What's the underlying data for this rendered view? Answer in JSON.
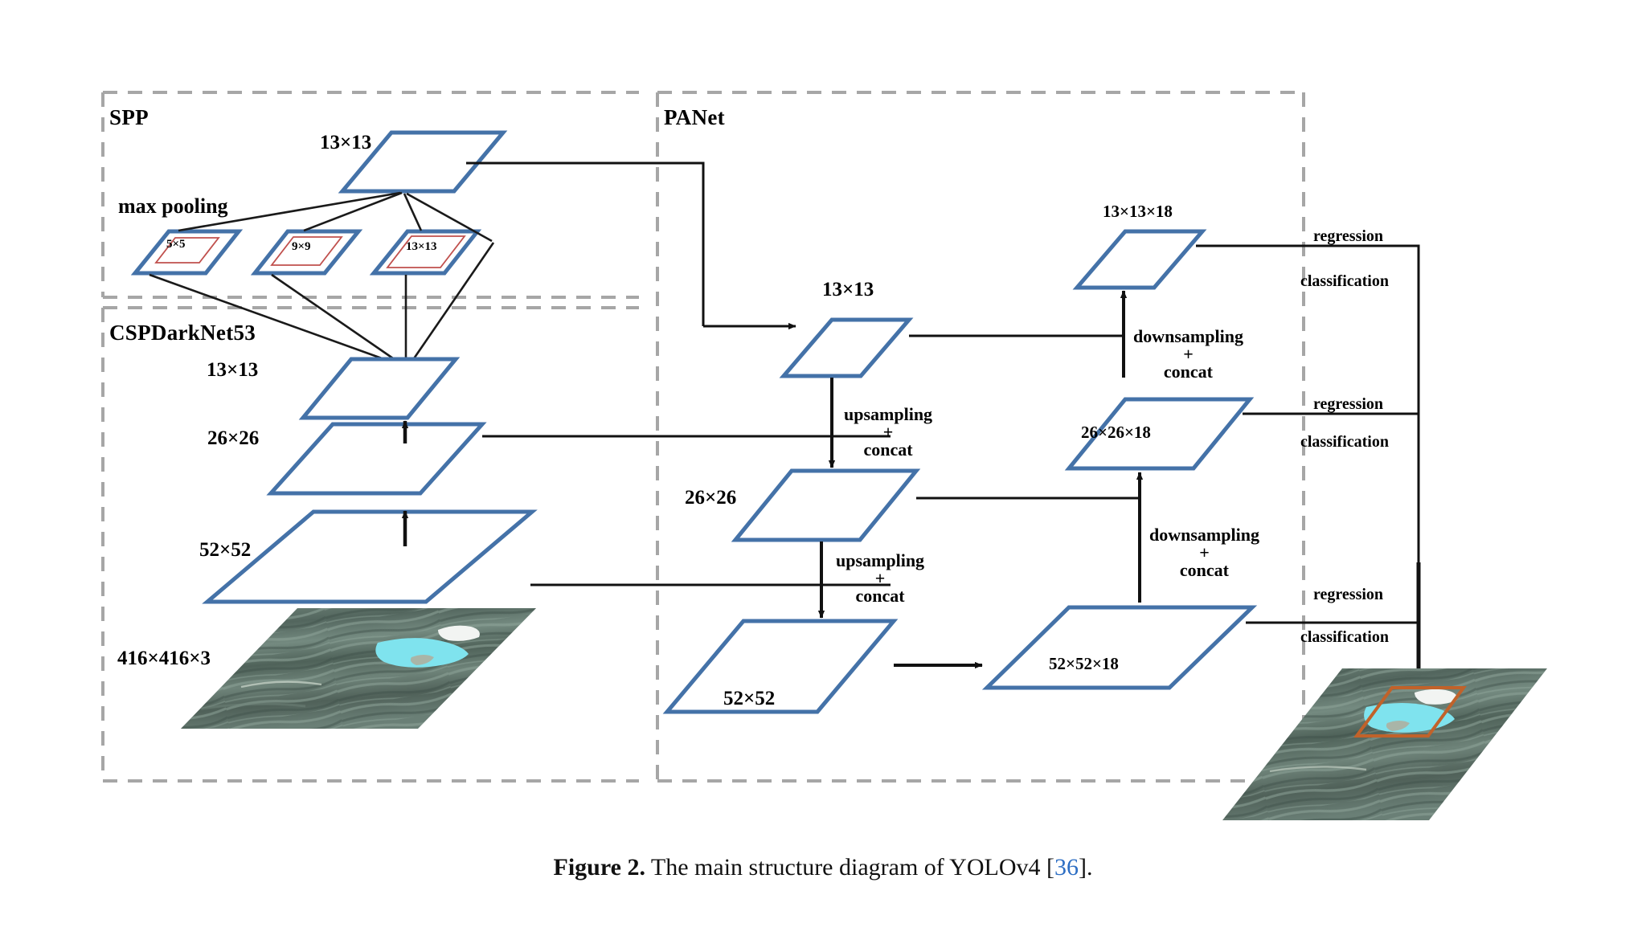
{
  "figure": {
    "caption_bold": "Figure 2.",
    "caption_text": " The main structure diagram of YOLOv4 [",
    "caption_ref": "36",
    "caption_tail": "]."
  },
  "colors": {
    "plane_blue": "#4472A8",
    "pool_red": "#C0504D",
    "dashed_gray": "#A6A6A6",
    "connector_black": "#1a1a1a",
    "bbox_orange": "#C1622A",
    "ref_link": "#2e6fc4"
  },
  "groups": {
    "spp": "SPP",
    "cspdarknet": "CSPDarkNet53",
    "panet": "PANet"
  },
  "spp": {
    "max_pooling_label": "max pooling",
    "input_label": "13×13",
    "pool_kernels": [
      "5×5",
      "9×9",
      "13×13"
    ]
  },
  "backbone": {
    "labels": [
      "13×13",
      "26×26",
      "52×52"
    ],
    "input_label": "416×416×3"
  },
  "panet": {
    "stage_labels": [
      "13×13",
      "26×26",
      "52×52"
    ],
    "upsample_ops": [
      {
        "line1": "upsampling",
        "line2": "+",
        "line3": "concat"
      },
      {
        "line1": "upsampling",
        "line2": "+",
        "line3": "concat"
      }
    ],
    "downsample_ops": [
      {
        "line1": "downsampling",
        "line2": "+",
        "line3": "concat"
      },
      {
        "line1": "downsampling",
        "line2": "+",
        "line3": "concat"
      }
    ]
  },
  "heads": [
    {
      "label": "13×13×18",
      "regression": "regression",
      "classification": "classification"
    },
    {
      "label": "26×26×18",
      "regression": "regression",
      "classification": "classification"
    },
    {
      "label": "52×52×18",
      "regression": "regression",
      "classification": "classification"
    }
  ],
  "images": {
    "input_alt": "satellite-terrain-with-lake",
    "output_alt": "satellite-terrain-with-detection-box"
  }
}
